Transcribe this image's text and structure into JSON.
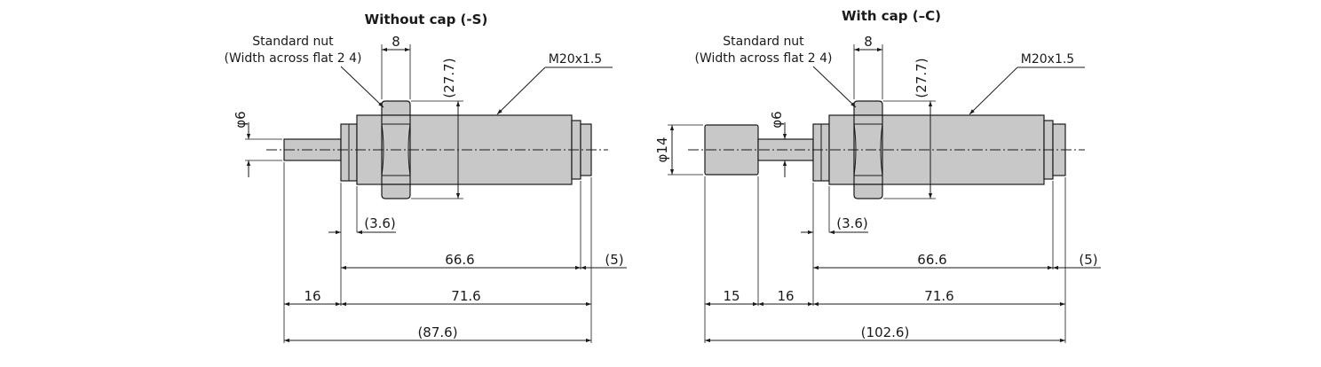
{
  "figures": [
    {
      "title": "Without cap  (-S)",
      "nut_label_line1": "Standard nut",
      "nut_label_line2": "(Width across flat 2 4)",
      "nut_width": "8",
      "nut_height": "(27.7)",
      "thread": "M20x1.5",
      "rod_dia": "φ6",
      "flange": "(3.6)",
      "body_len": "66.6",
      "end_len": "(5)",
      "rod_len": "16",
      "total_body": "71.6",
      "overall": "(87.6)"
    },
    {
      "title": "With cap  (–C)",
      "nut_label_line1": "Standard nut",
      "nut_label_line2": "(Width across flat 2 4)",
      "nut_width": "8",
      "nut_height": "(27.7)",
      "thread": "M20x1.5",
      "rod_dia": "φ6",
      "cap_dia": "φ14",
      "flange": "(3.6)",
      "body_len": "66.6",
      "end_len": "(5)",
      "cap_len": "15",
      "rod_len": "16",
      "total_body": "71.6",
      "overall": "(102.6)"
    }
  ]
}
